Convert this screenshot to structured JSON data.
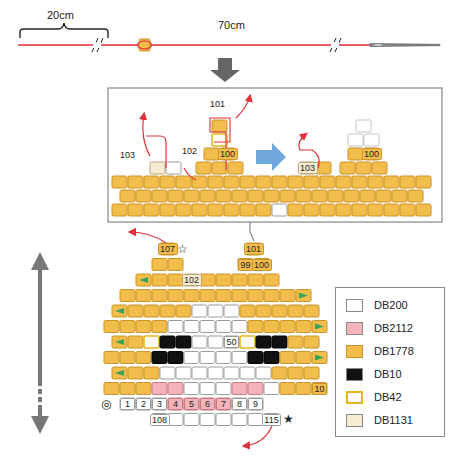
{
  "diagram": {
    "nodes": [
      {
        "text": [
          "100"
        ]
      },
      {
        "text": [
          "103"
        ]
      },
      {
        "text": [
          "100"
        ]
      },
      {
        "text": [
          "107"
        ]
      },
      {
        "text": [
          "101"
        ]
      },
      {
        "text": [
          "99"
        ]
      },
      {
        "text": [
          "100"
        ]
      },
      {
        "text": [
          "102"
        ]
      },
      {
        "text": [
          "50"
        ]
      },
      {
        "text": [
          "1"
        ]
      },
      {
        "text": [
          "2"
        ]
      },
      {
        "text": [
          "3"
        ]
      },
      {
        "text": [
          "4"
        ]
      },
      {
        "text": [
          "5"
        ]
      },
      {
        "text": [
          "6"
        ]
      },
      {
        "text": [
          "7"
        ]
      },
      {
        "text": [
          "8"
        ]
      },
      {
        "text": [
          "9"
        ]
      },
      {
        "text": [
          "10"
        ]
      },
      {
        "text": [
          "108"
        ]
      },
      {
        "text": [
          "115"
        ]
      }
    ],
    "labels": [
      "20cm",
      "70cm",
      "101",
      "103",
      "102",
      "☆",
      "◎",
      "★"
    ],
    "legend": [
      {
        "text": "DB200",
        "color": "#ffffff"
      },
      {
        "text": "DB2112",
        "color": "#f4b3b8"
      },
      {
        "text": "DB1778",
        "color": "#f2bd4a"
      },
      {
        "text": "DB10",
        "color": "#111111"
      },
      {
        "text": "DB42",
        "color": "#fffdf5"
      },
      {
        "text": "DB1131",
        "color": "#f6ecd2"
      }
    ]
  }
}
